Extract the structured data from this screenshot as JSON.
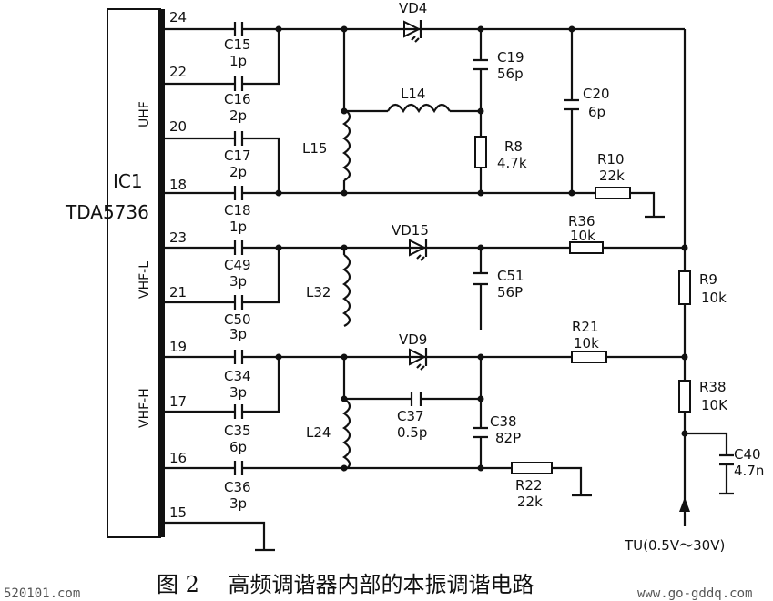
{
  "ic": {
    "name": "IC1",
    "part": "TDA5736"
  },
  "bands": {
    "uhf": "UHF",
    "vhf_l": "VHF-L",
    "vhf_h": "VHF-H"
  },
  "pins": [
    "24",
    "22",
    "20",
    "18",
    "23",
    "21",
    "19",
    "17",
    "16",
    "15"
  ],
  "components": {
    "c15": [
      "C15",
      "1p"
    ],
    "c16": [
      "C16",
      "2p"
    ],
    "c17": [
      "C17",
      "2p"
    ],
    "c18": [
      "C18",
      "1p"
    ],
    "c49": [
      "C49",
      "3p"
    ],
    "c50": [
      "C50",
      "3p"
    ],
    "c34": [
      "C34",
      "3p"
    ],
    "c35": [
      "C35",
      "6p"
    ],
    "c36": [
      "C36",
      "3p"
    ],
    "c19": [
      "C19",
      "56p"
    ],
    "c20": [
      "C20",
      "6p"
    ],
    "c51": [
      "C51",
      "56P"
    ],
    "c37": [
      "C37",
      "0.5p"
    ],
    "c38": [
      "C38",
      "82P"
    ],
    "c40": [
      "C40",
      "4.7n"
    ],
    "r8": [
      "R8",
      "4.7k"
    ],
    "r10": [
      "R10",
      "22k"
    ],
    "r36": [
      "R36",
      "10k"
    ],
    "r21": [
      "R21",
      "10k"
    ],
    "r22": [
      "R22",
      "22k"
    ],
    "r9": [
      "R9",
      "10k"
    ],
    "r38": [
      "R38",
      "10K"
    ],
    "l14": "L14",
    "l15": "L15",
    "l32": "L32",
    "l24": "L24",
    "vd4": "VD4",
    "vd15": "VD15",
    "vd9": "VD9"
  },
  "tu_label": "TU(0.5V～30V)",
  "caption": "图 2　 高频调谐器内部的本振调谐电路",
  "watermark_left": "520101.com",
  "watermark_right": "www.go-gddq.com"
}
